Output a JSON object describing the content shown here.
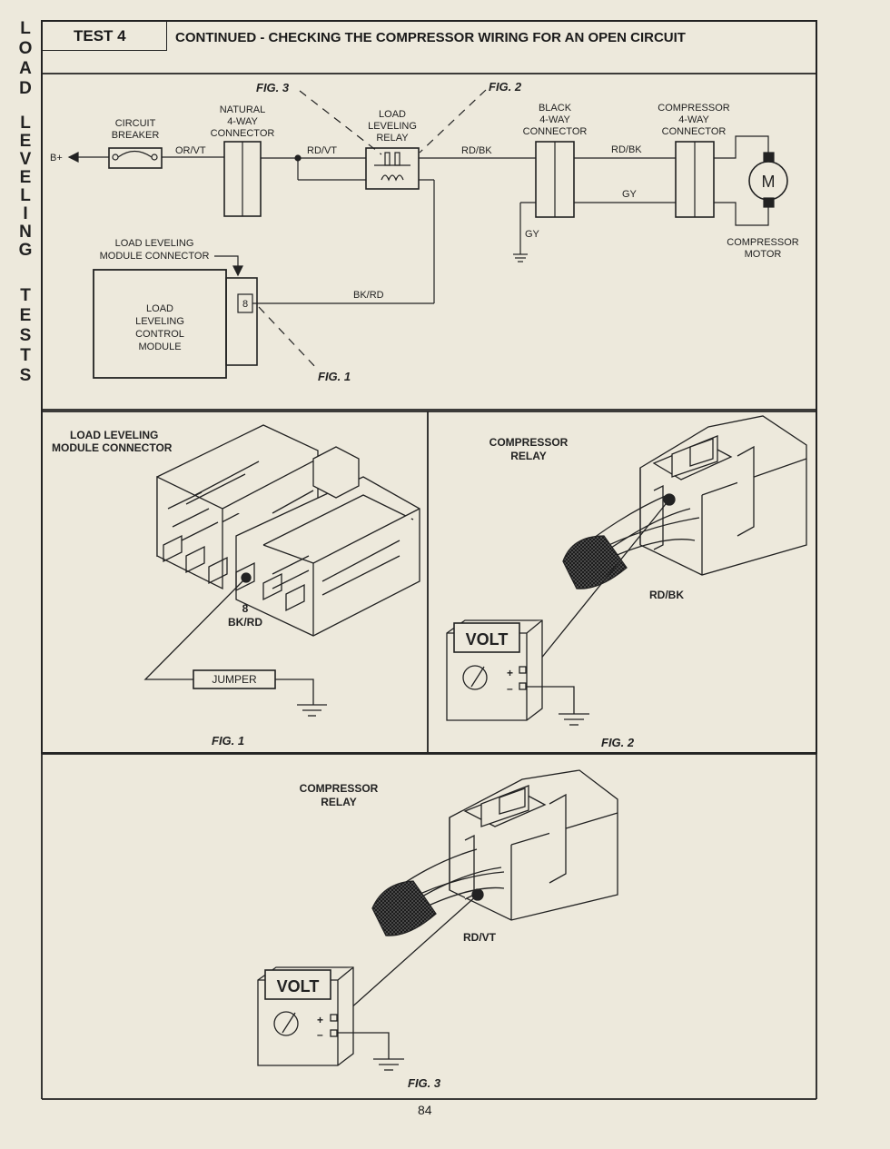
{
  "side_title": [
    "L",
    "O",
    "A",
    "D",
    "",
    "L",
    "E",
    "V",
    "E",
    "L",
    "I",
    "N",
    "G",
    "",
    "T",
    "E",
    "S",
    "T",
    "S"
  ],
  "header": {
    "test_label": "TEST 4",
    "title": "CONTINUED - CHECKING THE COMPRESSOR WIRING FOR AN OPEN CIRCUIT"
  },
  "schematic": {
    "b_plus": "B+",
    "circuit_breaker": [
      "CIRCUIT",
      "BREAKER"
    ],
    "natural_connector": [
      "NATURAL",
      "4-WAY",
      "CONNECTOR"
    ],
    "relay": [
      "LOAD",
      "LEVELING",
      "RELAY"
    ],
    "black_connector": [
      "BLACK",
      "4-WAY",
      "CONNECTOR"
    ],
    "compressor_connector": [
      "COMPRESSOR",
      "4-WAY",
      "CONNECTOR"
    ],
    "compressor_motor": [
      "COMPRESSOR",
      "MOTOR"
    ],
    "motor_symbol": "M",
    "wire_or_vt": "OR/VT",
    "wire_rd_vt": "RD/VT",
    "wire_rd_bk_1": "RD/BK",
    "wire_rd_bk_2": "RD/BK",
    "wire_gy_1": "GY",
    "wire_gy_2": "GY",
    "wire_bk_rd": "BK/RD",
    "module_connector_label": [
      "LOAD LEVELING",
      "MODULE CONNECTOR"
    ],
    "module": [
      "LOAD",
      "LEVELING",
      "CONTROL",
      "MODULE"
    ],
    "pin": "8",
    "fig1": "FIG. 1",
    "fig2": "FIG. 2",
    "fig3": "FIG. 3"
  },
  "panel1": {
    "title": [
      "LOAD LEVELING",
      "MODULE CONNECTOR"
    ],
    "pin": "8",
    "wire": "BK/RD",
    "jumper": "JUMPER",
    "caption": "FIG. 1"
  },
  "panel2": {
    "title": [
      "COMPRESSOR",
      "RELAY"
    ],
    "wire": "RD/BK",
    "meter": "VOLT",
    "plus": "+",
    "minus": "–",
    "caption": "FIG. 2"
  },
  "panel3": {
    "title": [
      "COMPRESSOR",
      "RELAY"
    ],
    "wire": "RD/VT",
    "meter": "VOLT",
    "plus": "+",
    "minus": "–",
    "caption": "FIG. 3"
  },
  "page_number": "84"
}
